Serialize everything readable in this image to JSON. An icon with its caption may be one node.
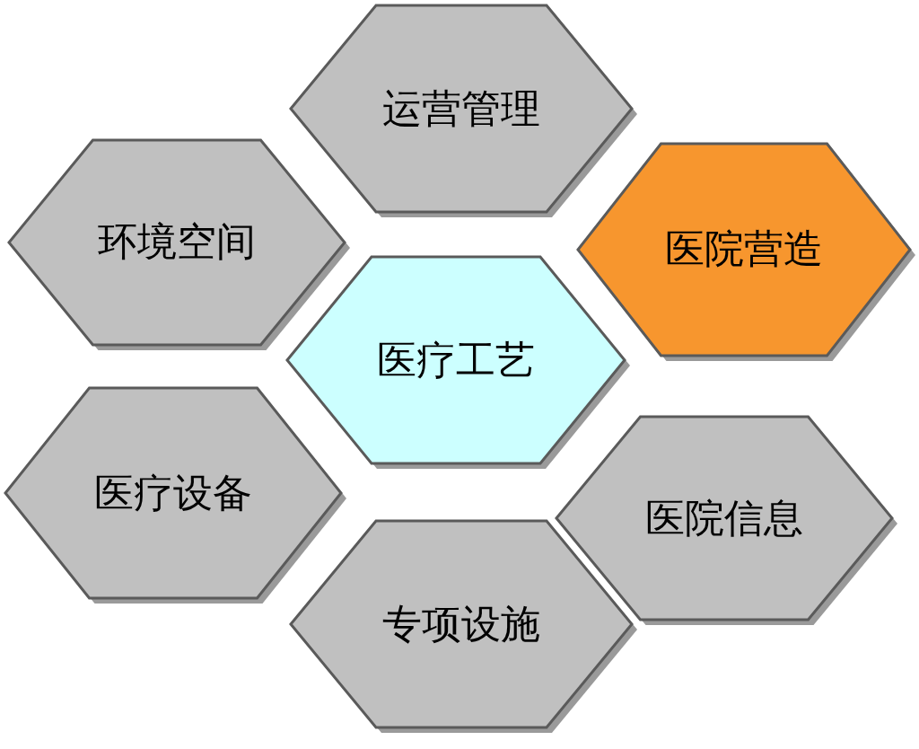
{
  "diagram": {
    "nodes": [
      {
        "text": [
          "运营管理"
        ]
      },
      {
        "text": [
          "环境空间"
        ]
      },
      {
        "text": [
          "医院营造"
        ]
      },
      {
        "text": [
          "医疗工艺"
        ]
      },
      {
        "text": [
          "医疗设备"
        ]
      },
      {
        "text": [
          "医院信息"
        ]
      },
      {
        "text": [
          "专项设施"
        ]
      }
    ]
  }
}
